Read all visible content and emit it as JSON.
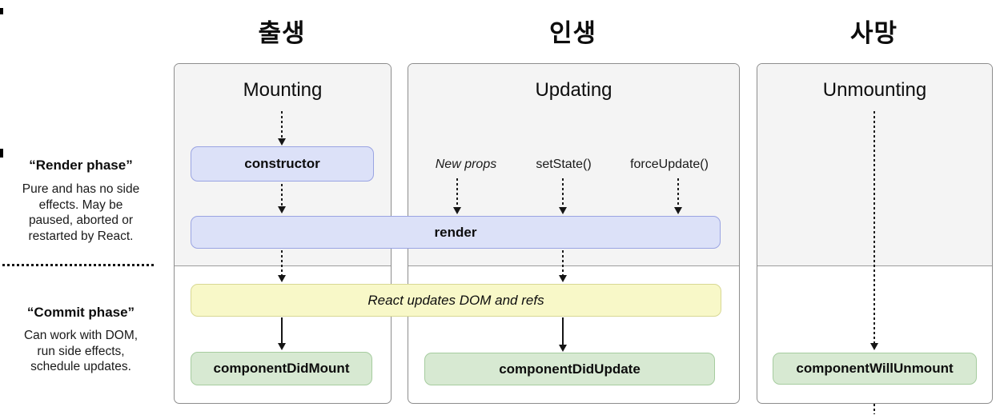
{
  "titles": {
    "birth": "출생",
    "life": "인생",
    "death": "사망"
  },
  "columns": {
    "mounting": {
      "title": "Mounting"
    },
    "updating": {
      "title": "Updating",
      "triggers": {
        "new_props": "New props",
        "set_state": "setState()",
        "force_update": "forceUpdate()"
      }
    },
    "unmounting": {
      "title": "Unmounting"
    }
  },
  "phases": {
    "render": {
      "title": "“Render phase”",
      "lines": [
        "Pure and has no side",
        "effects. May be",
        "paused, aborted or",
        "restarted by React."
      ]
    },
    "commit": {
      "title": "“Commit phase”",
      "lines": [
        "Can work with DOM,",
        "run side effects,",
        "schedule updates."
      ]
    }
  },
  "boxes": {
    "constructor": "constructor",
    "render": "render",
    "react_updates_dom": "React updates DOM and refs",
    "component_did_mount": "componentDidMount",
    "component_did_update": "componentDidUpdate",
    "component_will_unmount": "componentWillUnmount"
  },
  "colors": {
    "render_phase_box_fill": "#dce1f8",
    "render_phase_box_border": "#9aa4e2",
    "dom_update_bar_fill": "#f8f8c8",
    "dom_update_bar_border": "#d8d894",
    "commit_box_fill": "#d7e9d2",
    "commit_box_border": "#a6cc9f",
    "panel_header_bg": "#f4f4f4",
    "panel_border": "#8d8d8d"
  }
}
